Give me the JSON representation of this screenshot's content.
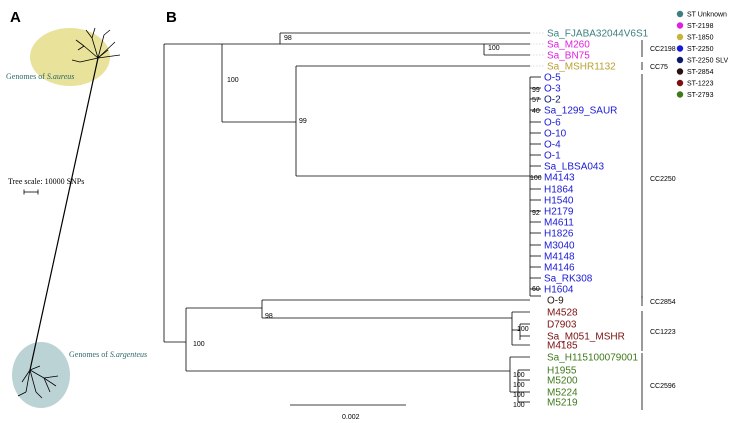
{
  "panels": {
    "a": "A",
    "b": "B"
  },
  "panel_a": {
    "genome_top_prefix": "Genomes of ",
    "genome_top_species": "S.aureus",
    "genome_bottom_prefix": "Genomes of ",
    "genome_bottom_species": "S.argenteus",
    "tree_scale": "Tree scale: 10000 SNPs",
    "colors": {
      "top_blob": "#e8e29a",
      "bottom_blob": "#bcd3d5"
    }
  },
  "legend": [
    {
      "label": "ST Unknown",
      "color": "#3d7f7f"
    },
    {
      "label": "ST-2198",
      "color": "#e020e0"
    },
    {
      "label": "ST-1850",
      "color": "#c8b43c"
    },
    {
      "label": "ST-2250",
      "color": "#1a1ad6"
    },
    {
      "label": "ST-2250 SLV",
      "color": "#0a1a6a"
    },
    {
      "label": "ST-2854",
      "color": "#2a1010"
    },
    {
      "label": "ST-1223",
      "color": "#7a1010"
    },
    {
      "label": "ST-2793",
      "color": "#3f7a1a"
    }
  ],
  "taxa": [
    {
      "label": "Sa_FJABA32044V6S1",
      "color": "#3d7f7f"
    },
    {
      "label": "Sa_M260",
      "color": "#e020e0"
    },
    {
      "label": "Sa_BN75",
      "color": "#e020e0"
    },
    {
      "label": "Sa_MSHR1132",
      "color": "#b8a030"
    },
    {
      "label": "O-5",
      "color": "#1a1ad6"
    },
    {
      "label": "O-3",
      "color": "#1a1ad6"
    },
    {
      "label": "O-2",
      "color": "#0a1a6a"
    },
    {
      "label": "Sa_1299_SAUR",
      "color": "#1a1ad6"
    },
    {
      "label": "O-6",
      "color": "#1a1ad6"
    },
    {
      "label": "O-10",
      "color": "#1a1ad6"
    },
    {
      "label": "O-4",
      "color": "#1a1ad6"
    },
    {
      "label": "O-1",
      "color": "#1a1ad6"
    },
    {
      "label": "Sa_LBSA043",
      "color": "#1a1ad6"
    },
    {
      "label": "M4143",
      "color": "#1a1ad6"
    },
    {
      "label": "H1864",
      "color": "#1a1ad6"
    },
    {
      "label": "H1540",
      "color": "#1a1ad6"
    },
    {
      "label": "H2179",
      "color": "#1a1ad6"
    },
    {
      "label": "M4611",
      "color": "#1a1ad6"
    },
    {
      "label": "H1826",
      "color": "#1a1ad6"
    },
    {
      "label": "M3040",
      "color": "#1a1ad6"
    },
    {
      "label": "M4148",
      "color": "#1a1ad6"
    },
    {
      "label": "M4146",
      "color": "#1a1ad6"
    },
    {
      "label": "Sa_RK308",
      "color": "#1a1ad6"
    },
    {
      "label": "H1604",
      "color": "#1a1ad6"
    },
    {
      "label": "O-9",
      "color": "#2a1010"
    },
    {
      "label": "M4528",
      "color": "#7a1010"
    },
    {
      "label": "D7903",
      "color": "#7a1010"
    },
    {
      "label": "Sa_M051_MSHR",
      "color": "#7a1010"
    },
    {
      "label": "M4185",
      "color": "#7a1010"
    },
    {
      "label": "Sa_H115100079001",
      "color": "#3f7a1a"
    },
    {
      "label": "H1955",
      "color": "#3f7a1a"
    },
    {
      "label": "M5200",
      "color": "#3f7a1a"
    },
    {
      "label": "M5224",
      "color": "#3f7a1a"
    },
    {
      "label": "M5219",
      "color": "#3f7a1a"
    }
  ],
  "bootstrap": [
    "98",
    "100",
    "100",
    "99",
    "99",
    "57",
    "40",
    "100",
    "92",
    "60",
    "98",
    "100",
    "100",
    "100",
    "100",
    "100",
    "100"
  ],
  "clonal_complexes": [
    "CC2198",
    "CC75",
    "CC2250",
    "CC2854",
    "CC1223",
    "CC2596"
  ],
  "scale_bar_label": "0.002"
}
